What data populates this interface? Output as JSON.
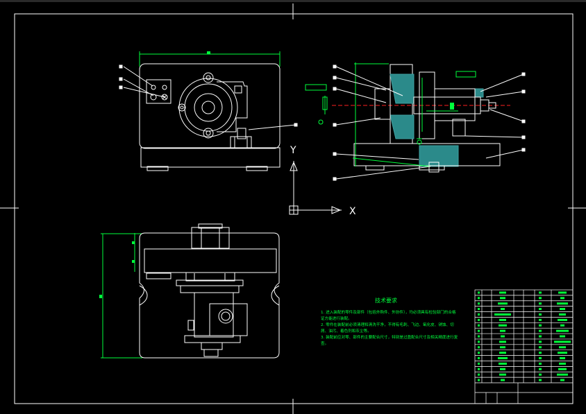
{
  "axis_labels": {
    "y": "Y",
    "x": "X"
  },
  "notes": {
    "title": "技术要求",
    "lines": [
      "1. 进入装配的零件及部件（包括外购件、外协件），均必须具有检验部门的合格",
      "证方能进行装配。",
      "2. 零件在装配前必须清理和清洗干净，不得有毛刺、飞边、氧化皮、锈蚀、切",
      "屑、油污、着色剂和灰尘等。",
      "3. 装配前应对零、部件的主要配合尺寸，特别是过盈配合尺寸及相关精度进行复",
      "查。"
    ]
  },
  "colors": {
    "frame": "#ffffff",
    "dimension": "#00ff3c",
    "centerline": "#ff2020",
    "hatch": "#3fa0a0",
    "background": "#000000"
  }
}
